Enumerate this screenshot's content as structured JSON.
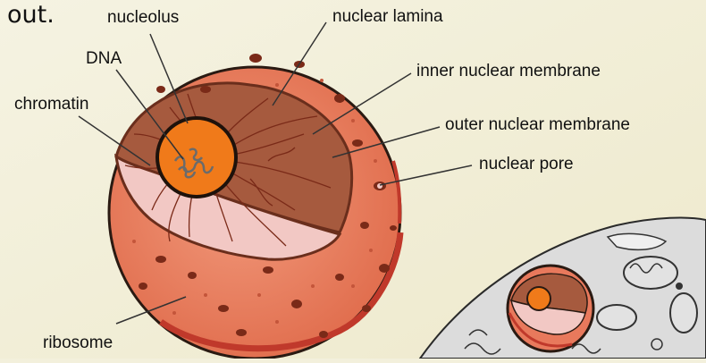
{
  "fragment_text": "out.",
  "labels": {
    "nucleolus": "nucleolus",
    "dna": "DNA",
    "chromatin": "chromatin",
    "nuclear_lamina": "nuclear lamina",
    "inner_nuclear_membrane": "inner nuclear membrane",
    "outer_nuclear_membrane": "outer nuclear membrane",
    "nuclear_pore": "nuclear pore",
    "ribosome": "ribosome"
  },
  "colors": {
    "background": "#f3f0dc",
    "nucleus_outer": "#e8795c",
    "nucleus_rim": "#c0392b",
    "lamina": "#a65a3e",
    "nucleoplasm_pale": "#f2c8c4",
    "nucleolus": "#f07a1a",
    "outline": "#2a1a12",
    "leader_lines": "#333333",
    "cell_gray": "#d6d6d6"
  }
}
